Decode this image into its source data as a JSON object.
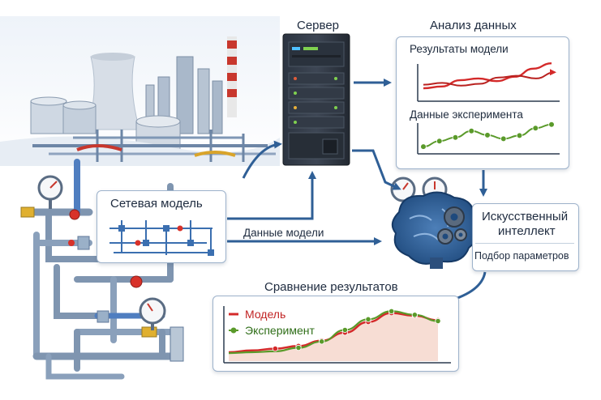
{
  "labels": {
    "server": "Сервер",
    "analysis": "Анализ данных",
    "network_model": "Сетевая модель",
    "model_data": "Данные модели",
    "ai_line1": "Искусственный",
    "ai_line2": "интеллект",
    "param_fit": "Подбор параметров",
    "comparison": "Сравнение результатов"
  },
  "analysis_panel": {
    "model_results_title": "Результаты модели",
    "experiment_title": "Данные эксперимента"
  },
  "comparison_legend": {
    "model": "Модель",
    "experiment": "Эксперимент"
  },
  "colors": {
    "model": "#d42a2a",
    "experiment": "#5a9a2a",
    "arrow": "#2f5f96",
    "pipe": "#7b93b0",
    "card_border": "#9db2cb"
  },
  "chart_data": [
    {
      "type": "line",
      "series": [
        {
          "values": [
            2,
            2.4,
            3.8,
            4.2,
            3.6,
            4.6,
            6.4,
            7.6
          ]
        },
        {
          "values": [
            2.8,
            3.2,
            2.6,
            3.0,
            4.4,
            4.8,
            4.2,
            5.6
          ]
        }
      ]
    },
    {
      "type": "scatter",
      "series": [
        {
          "values": [
            1.2,
            2.4,
            3.2,
            4.6,
            3.7,
            2.9,
            3.6,
            5.2,
            6.0
          ]
        }
      ]
    },
    {
      "type": "line",
      "series": [
        {
          "values": [
            1.0,
            1.2,
            1.4,
            1.7,
            2.3,
            3.2,
            4.4,
            5.4,
            5.1,
            4.6
          ]
        },
        {
          "values": [
            0.9,
            1.0,
            1.1,
            1.5,
            2.2,
            3.5,
            4.7,
            5.6,
            5.2,
            4.5
          ]
        }
      ]
    }
  ]
}
